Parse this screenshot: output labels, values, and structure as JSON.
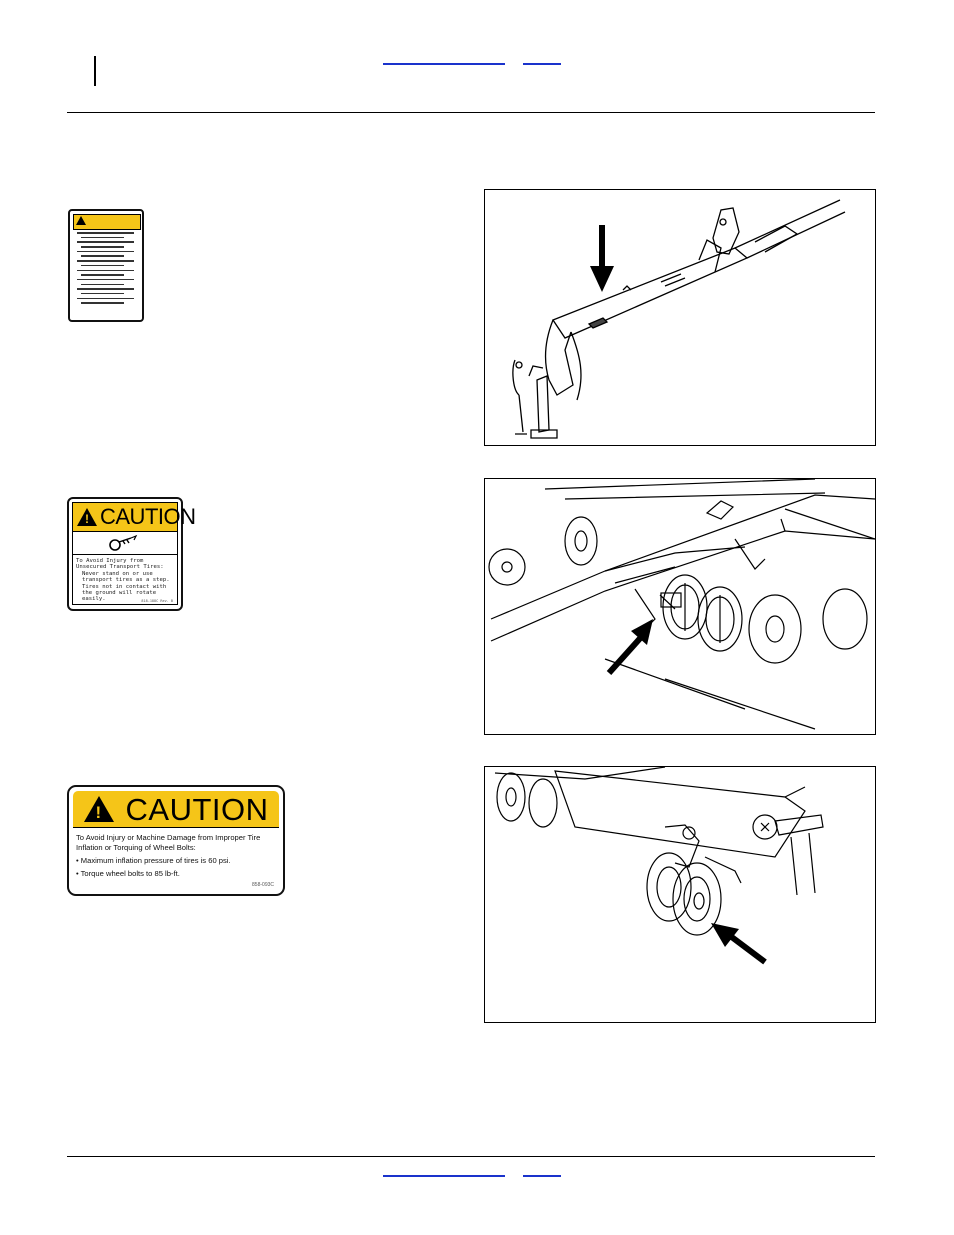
{
  "decals": {
    "operating_safety": {},
    "transport_tires": {
      "signal_word": "CAUTION",
      "heading": "To Avoid Injury from Unsecured Transport Tires:",
      "items": [
        "Never stand on or use transport tires as a step.",
        "Tires not in contact with the ground will rotate easily."
      ],
      "code": "818-188C Rev. B"
    },
    "tire_inflation": {
      "signal_word": "CAUTION",
      "heading": "To Avoid Injury or Machine Damage from Improper Tire Inflation or Torquing of Wheel Bolts:",
      "items": [
        "• Maximum inflation pressure of tires is 60 psi.",
        "• Torque wheel bolts to 85 lb-ft."
      ],
      "code": "858-093C"
    }
  },
  "colors": {
    "caution_yellow": "#f5c518",
    "link_blue": "#1a33cc"
  },
  "icons": [
    "warning-triangle-icon",
    "rotating-tire-icon",
    "arrow-icon"
  ]
}
